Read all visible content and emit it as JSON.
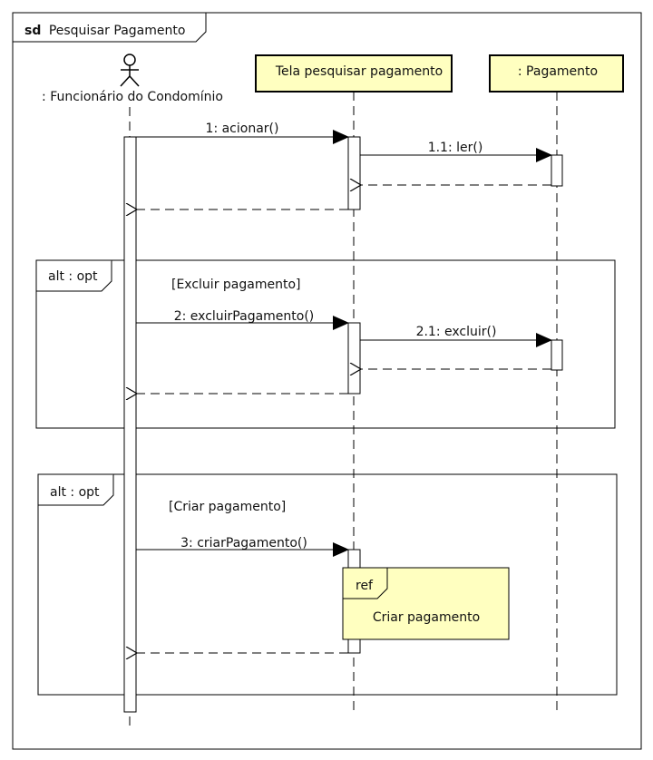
{
  "frame": {
    "keyword": "sd",
    "name": "Pesquisar Pagamento"
  },
  "colors": {
    "lifeline_box": "#ffffc0",
    "ref_box": "#ffffc0",
    "stroke": "#000000",
    "canvas": "#ffffff"
  },
  "actor": {
    "label": ": Funcionário do Condomínio",
    "icon": "stick-figure-icon"
  },
  "lifelines": [
    {
      "id": "tela",
      "label": "Tela pesquisar pagamento"
    },
    {
      "id": "pagamento",
      "label": ": Pagamento"
    }
  ],
  "messages": [
    {
      "id": "m1",
      "label": "1: acionar()"
    },
    {
      "id": "m1_1",
      "label": "1.1: ler()"
    },
    {
      "id": "m2",
      "label": "2: excluirPagamento()"
    },
    {
      "id": "m2_1",
      "label": "2.1: excluir()"
    },
    {
      "id": "m3",
      "label": "3: criarPagamento()"
    }
  ],
  "fragments": [
    {
      "operator": "alt : opt",
      "guard": "[Excluir pagamento]"
    },
    {
      "operator": "alt : opt",
      "guard": "[Criar pagamento]"
    }
  ],
  "ref": {
    "keyword": "ref",
    "label": "Criar pagamento"
  }
}
